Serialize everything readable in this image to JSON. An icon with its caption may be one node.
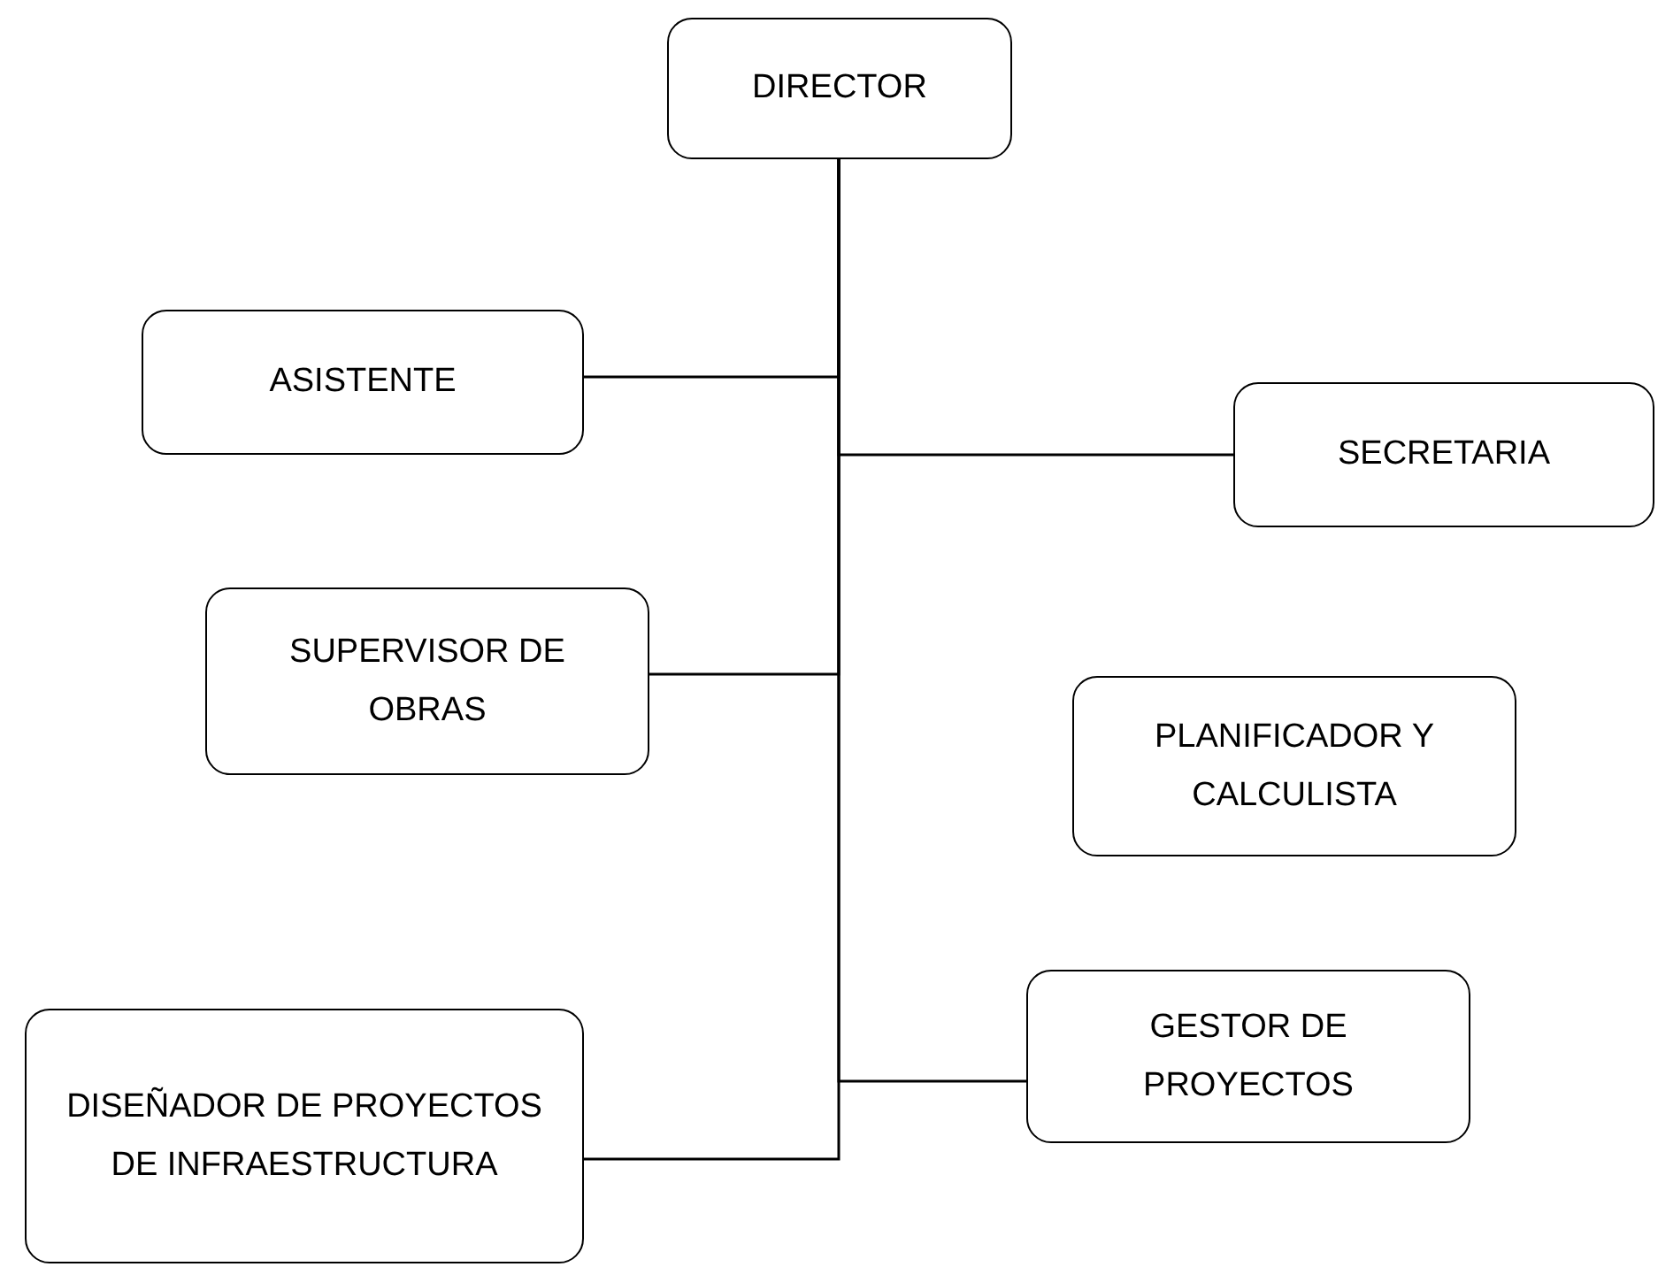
{
  "diagram": {
    "nodes": [
      {
        "text": [
          "DIRECTOR"
        ]
      },
      {
        "text": [
          "ASISTENTE"
        ]
      },
      {
        "text": [
          "SECRETARIA"
        ]
      },
      {
        "text": [
          "SUPERVISOR DE OBRAS"
        ]
      },
      {
        "text": [
          "PLANIFICADOR Y CALCULISTA"
        ]
      },
      {
        "text": [
          "GESTOR DE PROYECTOS"
        ]
      },
      {
        "text": [
          "DISEÑADOR DE PROYECTOS DE INFRAESTRUCTURA"
        ]
      }
    ],
    "edges": [
      {
        "from": 0,
        "to": 1,
        "arrow": "none"
      },
      {
        "from": 0,
        "to": 2,
        "arrow": "none"
      },
      {
        "from": 0,
        "to": 3,
        "arrow": "none"
      },
      {
        "from": 0,
        "to": 5,
        "arrow": "none"
      },
      {
        "from": 0,
        "to": 6,
        "arrow": "none"
      }
    ]
  }
}
